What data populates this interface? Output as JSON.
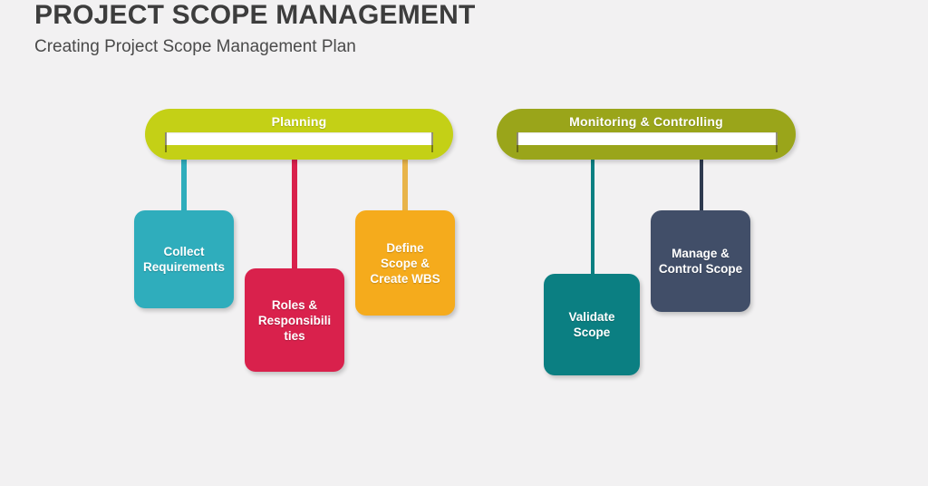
{
  "header": {
    "title": "PROJECT SCOPE MANAGEMENT",
    "subtitle": "Creating Project Scope Management Plan"
  },
  "colors": {
    "background": "#f2f1f2",
    "title_text": "#3d3d3d",
    "subtitle_text": "#4a4a4a",
    "planning_banner": "#c3d११",
    "planning_banner_hex": "#c4d016",
    "monitoring_banner_hex": "#9aa51a",
    "collect_requirements": "#2fadbc",
    "roles_responsibilities": "#d9214c",
    "define_scope": "#f5ab1c",
    "validate_scope": "#0b7f82",
    "manage_control_scope": "#414e६8",
    "manage_control_scope_hex": "#414e68",
    "bar_white": "#ffffff"
  },
  "groups": [
    {
      "id": "planning",
      "banner_label": "Planning",
      "banner_color": "#c4d016",
      "processes": [
        {
          "id": "collect-requirements",
          "label": "Collect\nRequirements",
          "color": "#2fadbc",
          "connector_color": "#2fadbc"
        },
        {
          "id": "roles-responsibilities",
          "label": "Roles &\nResponsibili\nties",
          "color": "#d9214c",
          "connector_color": "#d9214c"
        },
        {
          "id": "define-scope-create-wbs",
          "label": "Define\nScope &\nCreate WBS",
          "color": "#f5ab1c",
          "connector_color": "#e8b44a"
        }
      ]
    },
    {
      "id": "monitoring-controlling",
      "banner_label": "Monitoring & Controlling",
      "banner_color": "#9aa51a",
      "processes": [
        {
          "id": "validate-scope",
          "label": "Validate\nScope",
          "color": "#0b7f82",
          "connector_color": "#0b7f82"
        },
        {
          "id": "manage-control-scope",
          "label": "Manage &\nControl Scope",
          "color": "#414e68",
          "connector_color": "#2e3a4f"
        }
      ]
    }
  ]
}
